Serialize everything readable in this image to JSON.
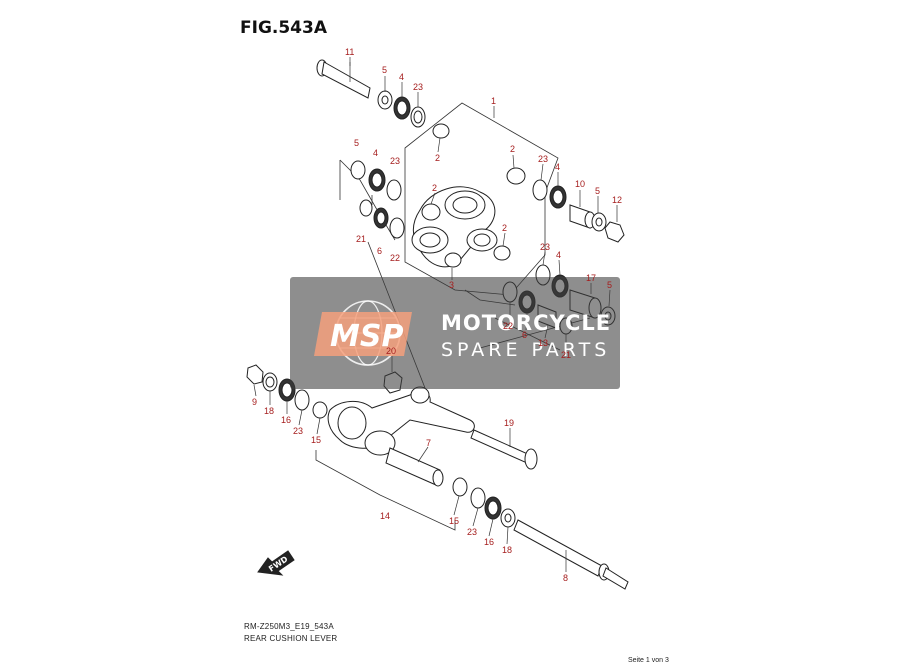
{
  "figure": {
    "title": "FIG.543A",
    "code": "RM-Z250M3_E19_543A",
    "name": "REAR CUSHION LEVER",
    "page": "Seite 1 von 3"
  },
  "direction_badge": "FWD",
  "watermark": {
    "logo": "MSP",
    "line1": "MOTORCYCLE",
    "line2": "SPARE PARTS"
  },
  "callouts": [
    "11",
    "5",
    "4",
    "23",
    "1",
    "2",
    "2",
    "5",
    "4",
    "23",
    "2",
    "23",
    "4",
    "10",
    "5",
    "12",
    "21",
    "6",
    "22",
    "2",
    "23",
    "4",
    "17",
    "5",
    "3",
    "22",
    "6",
    "13",
    "21",
    "20",
    "9",
    "18",
    "16",
    "23",
    "15",
    "7",
    "19",
    "14",
    "15",
    "23",
    "16",
    "18",
    "8"
  ],
  "colors": {
    "callout": "#a51d1d",
    "line": "#222222",
    "watermark_panel": "#3c3c3c",
    "watermark_logo": "#f4a07c"
  },
  "icons": [
    "fwd-arrow-icon",
    "globe-logo-icon"
  ]
}
